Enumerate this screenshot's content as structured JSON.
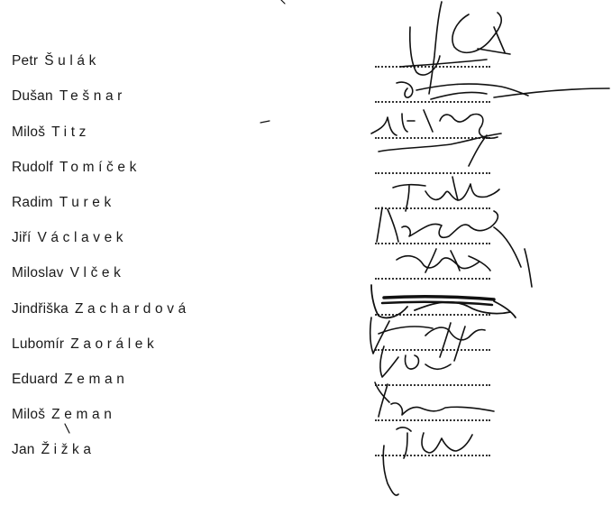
{
  "signatories": [
    {
      "first_name": "Petr",
      "last_name": "Šulák"
    },
    {
      "first_name": "Dušan",
      "last_name": "Tešnar"
    },
    {
      "first_name": "Miloš",
      "last_name": "Titz"
    },
    {
      "first_name": "Rudolf",
      "last_name": "Tomíček"
    },
    {
      "first_name": "Radim",
      "last_name": "Turek"
    },
    {
      "first_name": "Jiří",
      "last_name": "Václavek"
    },
    {
      "first_name": "Miloslav",
      "last_name": "Vlček"
    },
    {
      "first_name": "Jindřiška",
      "last_name": "Zachardová"
    },
    {
      "first_name": "Lubomír",
      "last_name": "Zaorálek"
    },
    {
      "first_name": "Eduard",
      "last_name": "Zeman"
    },
    {
      "first_name": "Miloš",
      "last_name": "Zeman"
    },
    {
      "first_name": "Jan",
      "last_name": "Žižka"
    }
  ],
  "signature_icon": "handwritten-signature",
  "ink_color": "#111111"
}
